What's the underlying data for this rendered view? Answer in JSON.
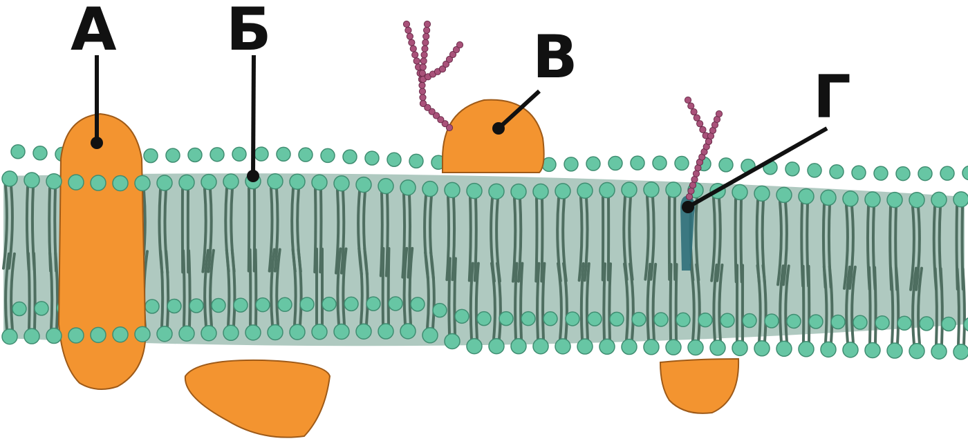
{
  "labels": {
    "a": "А",
    "b": "Б",
    "v": "В",
    "g": "Г"
  },
  "colors": {
    "background": "#ffffff",
    "head_fill": "#67c6a4",
    "head_stroke": "#3f8d71",
    "tail": "#4e6e60",
    "membrane_core": "#94b7ab",
    "protein": "#f39430",
    "protein_stroke": "#9e5a18",
    "glyco_chain": "#a9527a",
    "cholesterol": "#2f6f7a",
    "pointer": "#111111"
  },
  "icons": {
    "integral_protein": "transmembrane-protein-icon",
    "phospholipid": "phospholipid-icon",
    "glycoprotein": "glycoprotein-icon",
    "glycolipid": "glycolipid-icon"
  }
}
